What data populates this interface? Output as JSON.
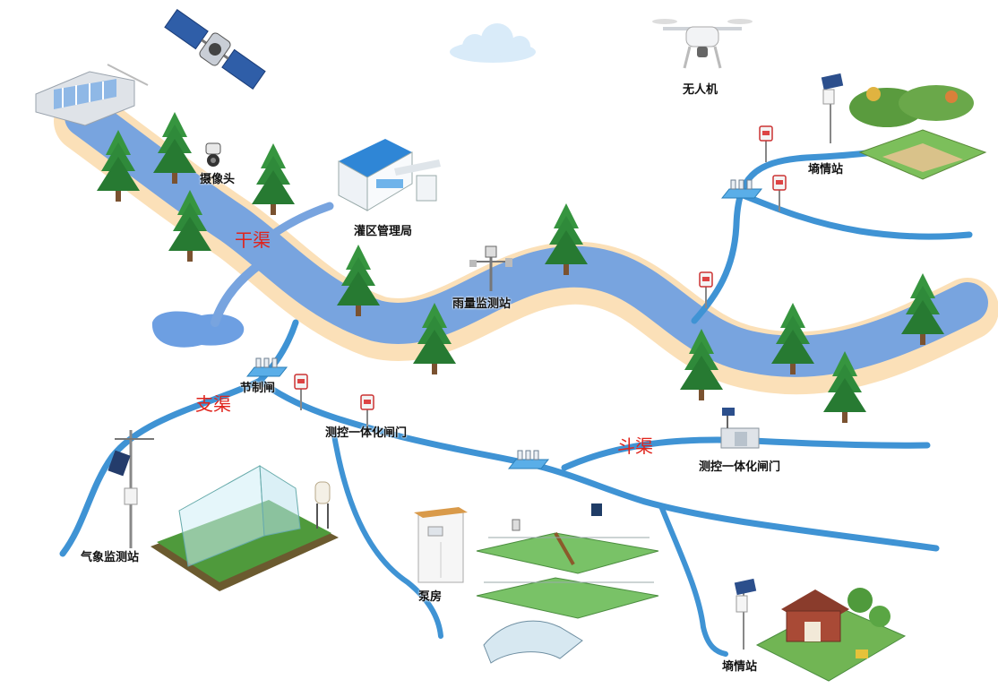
{
  "colors": {
    "river": "#78a4df",
    "bank": "#fbe0b8",
    "branch": "#3f93d4",
    "lake": "#6d9fe2",
    "canal_label": "#e0231b",
    "tree": "#2f8a3a",
    "tree_dark": "#1e6b2a"
  },
  "canals": {
    "main": "干渠",
    "branch": "支渠",
    "lateral": "斗渠"
  },
  "labels": {
    "drone": "无人机",
    "camera": "摄像头",
    "bureau": "灌区管理局",
    "soil_station_top": "墒情站",
    "rain_station": "雨量监测站",
    "regulator_gate": "节制闸",
    "gate_1": "测控一体化闸门",
    "gate_2": "测控一体化闸门",
    "weather_station": "气象监测站",
    "pump_house": "泵房",
    "soil_station_bottom": "墒情站"
  },
  "icons": [
    "satellite-icon",
    "dam-icon",
    "camera-icon",
    "drone-icon",
    "cloud-icon",
    "building-icon",
    "rain-gauge-icon",
    "sensor-post-icon",
    "gate-icon",
    "greenhouse-icon",
    "weather-mast-icon",
    "pump-house-icon",
    "field-icon",
    "farm-icon",
    "tree-icon"
  ]
}
